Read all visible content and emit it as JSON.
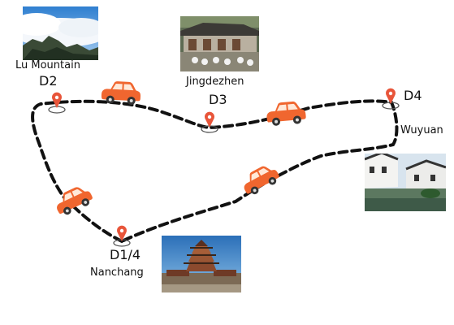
{
  "stops": [
    {
      "day": "D1/4",
      "city": "Nanchang"
    },
    {
      "day": "D2",
      "city": "Lu Mountain"
    },
    {
      "day": "D3",
      "city": "Jingdezhen"
    },
    {
      "day": "D4",
      "city": "Wuyuan"
    }
  ],
  "colors": {
    "route": "#111111",
    "pin": "#e8553a",
    "car": "#f0662f",
    "car_window": "#ffe9d9",
    "tire": "#333333"
  },
  "photos": [
    {
      "icon": "mountain-cloud-sea-photo"
    },
    {
      "icon": "porcelain-town-photo"
    },
    {
      "icon": "water-village-photo"
    },
    {
      "icon": "pavilion-tower-photo"
    }
  ]
}
